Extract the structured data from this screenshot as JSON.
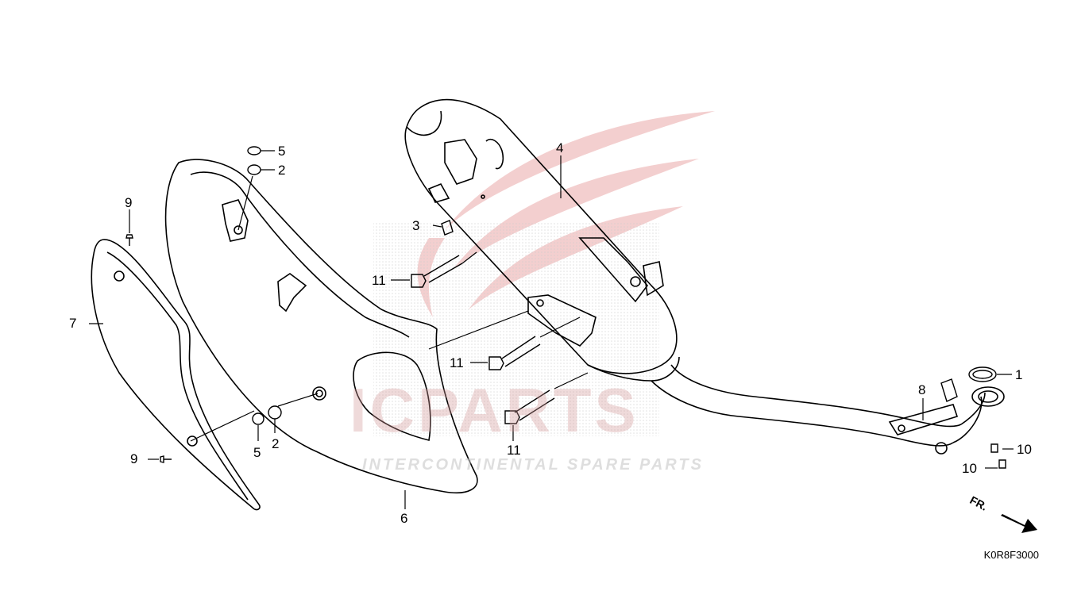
{
  "diagram": {
    "drawing_code": "K0R8F3000",
    "direction_label": "FR.",
    "watermark": {
      "brand": "ICPARTS",
      "tagline": "INTERCONTINENTAL SPARE PARTS"
    },
    "callouts": [
      {
        "id": "c1",
        "label": "1"
      },
      {
        "id": "c2a",
        "label": "2"
      },
      {
        "id": "c2b",
        "label": "2"
      },
      {
        "id": "c3",
        "label": "3"
      },
      {
        "id": "c4",
        "label": "4"
      },
      {
        "id": "c5a",
        "label": "5"
      },
      {
        "id": "c5b",
        "label": "5"
      },
      {
        "id": "c6",
        "label": "6"
      },
      {
        "id": "c7",
        "label": "7"
      },
      {
        "id": "c8",
        "label": "8"
      },
      {
        "id": "c9a",
        "label": "9"
      },
      {
        "id": "c9b",
        "label": "9"
      },
      {
        "id": "c10a",
        "label": "10"
      },
      {
        "id": "c10b",
        "label": "10"
      },
      {
        "id": "c11a",
        "label": "11"
      },
      {
        "id": "c11b",
        "label": "11"
      },
      {
        "id": "c11c",
        "label": "11"
      }
    ],
    "colors": {
      "line": "#000000",
      "watermark_red": "#e8a0a0",
      "watermark_grey": "#bdbdbd"
    }
  }
}
